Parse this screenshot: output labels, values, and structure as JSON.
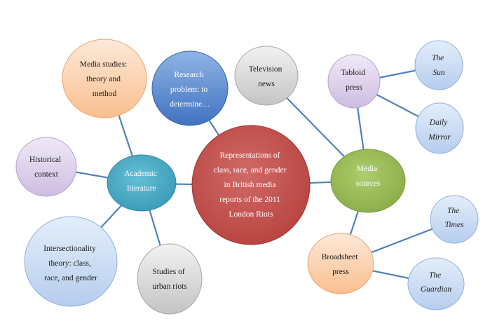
{
  "diagram": {
    "center": {
      "lines": [
        "Representations of",
        "class, race, and gender",
        "in British media",
        "reports of the 2011",
        "London Riots"
      ]
    },
    "academic": {
      "lines": [
        "Academic",
        "literature"
      ]
    },
    "media_sources": {
      "lines": [
        "Media",
        "sources"
      ]
    },
    "research": {
      "lines": [
        "Research",
        "problem: to",
        "determine…"
      ]
    },
    "media_studies": {
      "lines": [
        "Media studies:",
        "theory and",
        "method"
      ]
    },
    "historical": {
      "lines": [
        "Historical",
        "context"
      ]
    },
    "intersectionality": {
      "lines": [
        "Intersectionality",
        "theory: class,",
        "race, and gender"
      ]
    },
    "urban_riots": {
      "lines": [
        "Studies of",
        "urban riots"
      ]
    },
    "television": {
      "lines": [
        "Television",
        "news"
      ]
    },
    "tabloid": {
      "lines": [
        "Tabloid",
        "press"
      ]
    },
    "the_sun": {
      "lines": [
        "The",
        "Sun"
      ]
    },
    "daily_mirror": {
      "lines": [
        "Daily",
        "Mirror"
      ]
    },
    "broadsheet": {
      "lines": [
        "Broadsheet",
        "press"
      ]
    },
    "the_times": {
      "lines": [
        "The",
        "Times"
      ]
    },
    "the_guardian": {
      "lines": [
        "The",
        "Guardian"
      ]
    }
  },
  "colors": {
    "connector": "#4f81bd",
    "center": "#c0504d",
    "academic": "#4bacc6",
    "media": "#9bbb59",
    "research": "#4f81bd",
    "orange": "#fbd4b4",
    "purple": "#e0d4ec",
    "blue": "#c6d9f1",
    "gray": "#d9d9d9"
  }
}
